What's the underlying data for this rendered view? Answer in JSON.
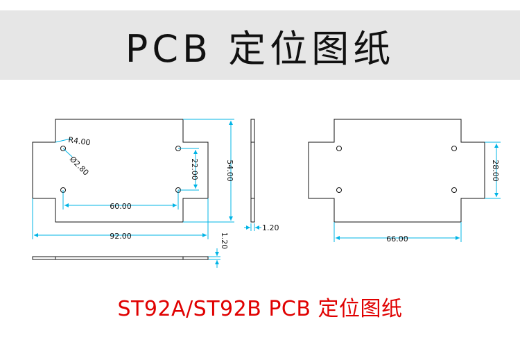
{
  "header": {
    "title": "PCB 定位图纸"
  },
  "caption": "ST92A/ST92B PCB 定位图纸",
  "colors": {
    "outline": "#111111",
    "dimension": "#00b4e6",
    "caption": "#e00000",
    "banner_bg": "#e6e6e6"
  },
  "dimensions": {
    "corner_radius": "R4.00",
    "hole_diameter": "Ø2.80",
    "hole_pitch_vertical": "22.00",
    "board_height": "54.00",
    "hole_pitch_horizontal": "60.00",
    "board_width": "92.00",
    "thickness_side": "1.20",
    "thickness_bottom": "1.20",
    "right_hole_pitch_vertical": "28.00",
    "right_hole_pitch_horizontal": "66.00"
  }
}
